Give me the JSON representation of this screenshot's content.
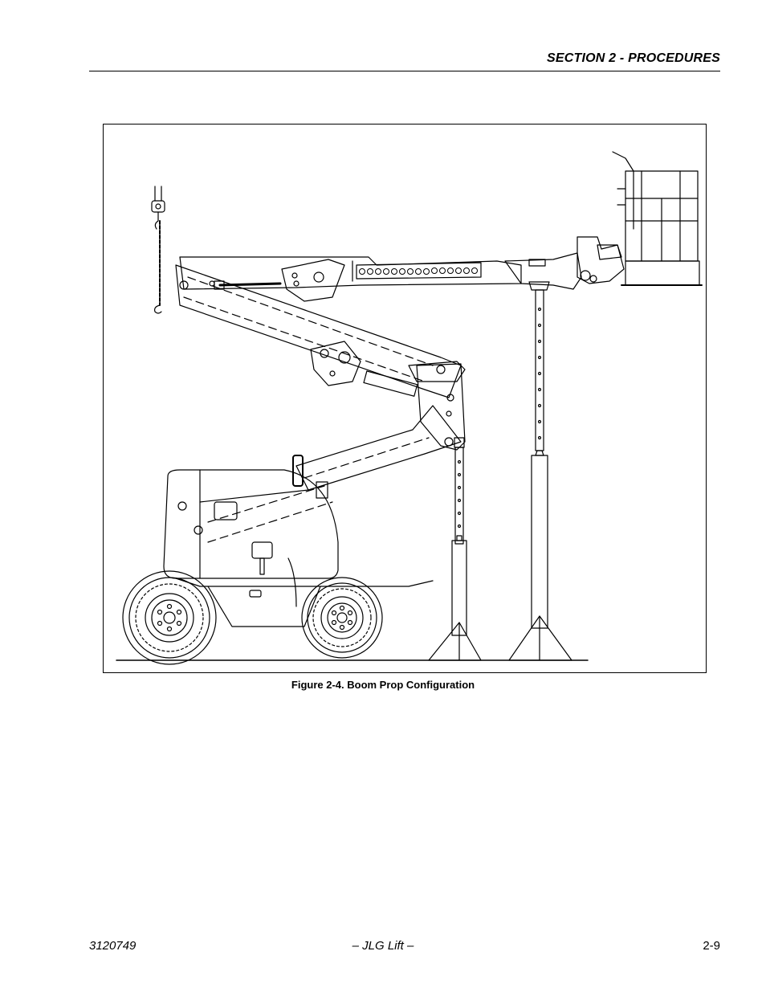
{
  "header": {
    "section_title": "SECTION 2 - PROCEDURES"
  },
  "figure": {
    "caption": "Figure 2-4.  Boom Prop Configuration"
  },
  "footer": {
    "doc_number": "3120749",
    "publisher": "– JLG Lift –",
    "page_number": "2-9"
  }
}
